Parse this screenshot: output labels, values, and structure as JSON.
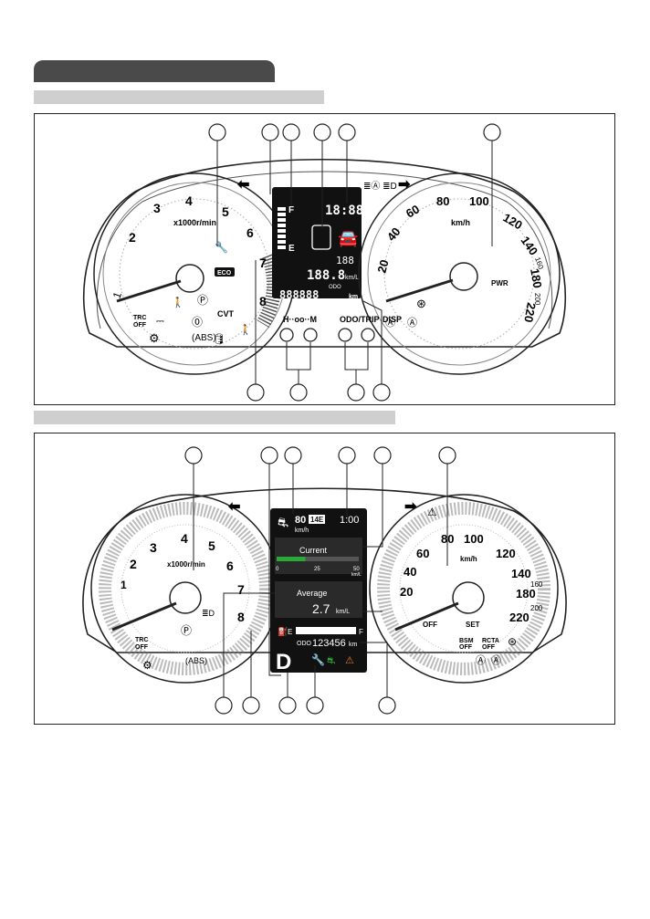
{
  "panel_a": {
    "tach_unit": "x1000r/min",
    "tach_numbers": [
      "1",
      "2",
      "3",
      "4",
      "5",
      "6",
      "7",
      "8"
    ],
    "speed_unit": "km/h",
    "speed_numbers": [
      "20",
      "40",
      "60",
      "80",
      "100",
      "120",
      "140",
      "160",
      "180",
      "200",
      "220"
    ],
    "speed_label": "PWR",
    "eco_label": "ECO",
    "cvt_label": "CVT",
    "trc_off": "TRC\nOFF",
    "lcd_time": "18:88",
    "lcd_small": "188",
    "lcd_fuel_f": "F",
    "lcd_fuel_e": "E",
    "lcd_consumption": "188.8",
    "lcd_consumption_unit": "km/L",
    "lcd_odo_label": "ODO",
    "lcd_odo": "888888",
    "lcd_odo_unit": "km",
    "button_left_label": "H··oo··M",
    "button_mid_label": "ODO/TRIP",
    "button_right_label": "DISP"
  },
  "panel_b": {
    "tach_unit": "x1000r/min",
    "tach_numbers": [
      "1",
      "2",
      "3",
      "4",
      "5",
      "6",
      "7",
      "8"
    ],
    "speed_unit": "km/h",
    "speed_numbers": [
      "20",
      "40",
      "60",
      "80",
      "100",
      "120",
      "140",
      "160",
      "180",
      "200",
      "220"
    ],
    "mid_speed": "80",
    "mid_speed_unit": "km/h",
    "mid_badge": "14E",
    "mid_time": "1:00",
    "current_label": "Current",
    "current_scale": [
      "0",
      "25",
      "50"
    ],
    "current_scale_unit": "km/L",
    "current_value": 0.35,
    "average_label": "Average",
    "average_value": "2.7",
    "average_unit": "km/L",
    "fuel_e": "E",
    "fuel_f": "F",
    "odo_label": "ODO",
    "odo_value": "123456",
    "odo_unit": "km",
    "gear": "D",
    "off_label": "OFF",
    "set_label": "SET",
    "bsm_off": "BSM\nOFF",
    "rcta_off": "RCTA\nOFF",
    "trc_off": "TRC\nOFF"
  },
  "colors": {
    "tab": "#4a4a4a",
    "bar": "#cfcfcf",
    "green": "#2aa838",
    "orange": "#e87a1d",
    "lcd_bg": "#111111"
  }
}
